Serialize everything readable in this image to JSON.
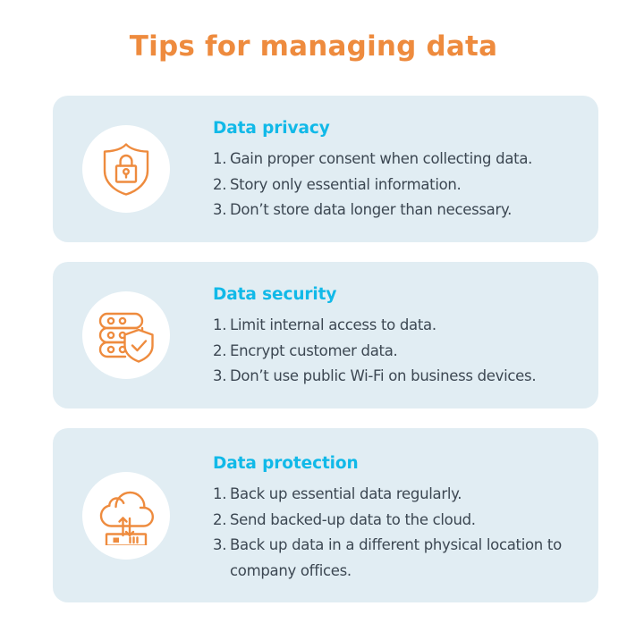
{
  "header": {
    "title": "Tips for managing data",
    "title_color": "#ee8b3e"
  },
  "theme": {
    "card_background": "#e1edf3",
    "heading_color": "#11b9e8",
    "body_text_color": "#3c4752",
    "icon_color": "#ee8b3e",
    "icon_circle_color": "#ffffff",
    "page_background": "#ffffff"
  },
  "cards": [
    {
      "icon": "shield-lock-icon",
      "heading": "Data privacy",
      "tips": [
        {
          "number": "1.",
          "text": "Gain proper consent when collecting data."
        },
        {
          "number": "2.",
          "text": "Story only essential information."
        },
        {
          "number": "3.",
          "text": "Don’t store data longer than necessary."
        }
      ]
    },
    {
      "icon": "server-shield-check-icon",
      "heading": "Data security",
      "tips": [
        {
          "number": "1.",
          "text": "Limit internal access to data."
        },
        {
          "number": "2.",
          "text": "Encrypt customer data."
        },
        {
          "number": "3.",
          "text": "Don’t use public Wi-Fi on business devices."
        }
      ]
    },
    {
      "icon": "cloud-backup-icon",
      "heading": "Data protection",
      "tips": [
        {
          "number": "1.",
          "text": "Back up essential data regularly."
        },
        {
          "number": "2.",
          "text": "Send backed-up data to the cloud."
        },
        {
          "number": "3.",
          "text": "Back up data in a different physical location to company offices."
        }
      ]
    }
  ]
}
